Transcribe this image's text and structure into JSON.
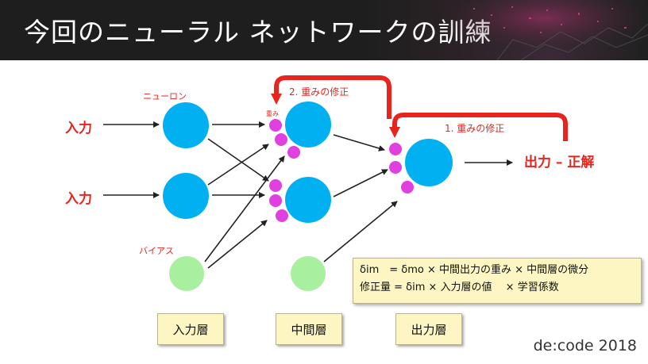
{
  "header": {
    "title": "今回のニューラル ネットワークの訓練"
  },
  "labels": {
    "neuron": "ニューロン",
    "bias": "バイアス",
    "input_1": "入力",
    "input_2": "入力",
    "weight": "重み",
    "fix_1": "1. 重みの修正",
    "fix_2": "2. 重みの修正",
    "output": "出力 – 正解"
  },
  "layers": {
    "input": "入力層",
    "hidden": "中間層",
    "output": "出力層"
  },
  "formula": {
    "line1": "δim　= δmo × 中間出力の重み × 中間層の微分",
    "line2": "修正量 = δim × 入力層の値　 × 学習係数"
  },
  "footer": "de:code 2018",
  "colors": {
    "neuron": "#00b0f0",
    "bias": "#a8f0a0",
    "weight_node": "#e040e0",
    "arrow_red": "#e8241e",
    "label_red": "#e8241e",
    "note_bg": "#fdf6c3"
  }
}
